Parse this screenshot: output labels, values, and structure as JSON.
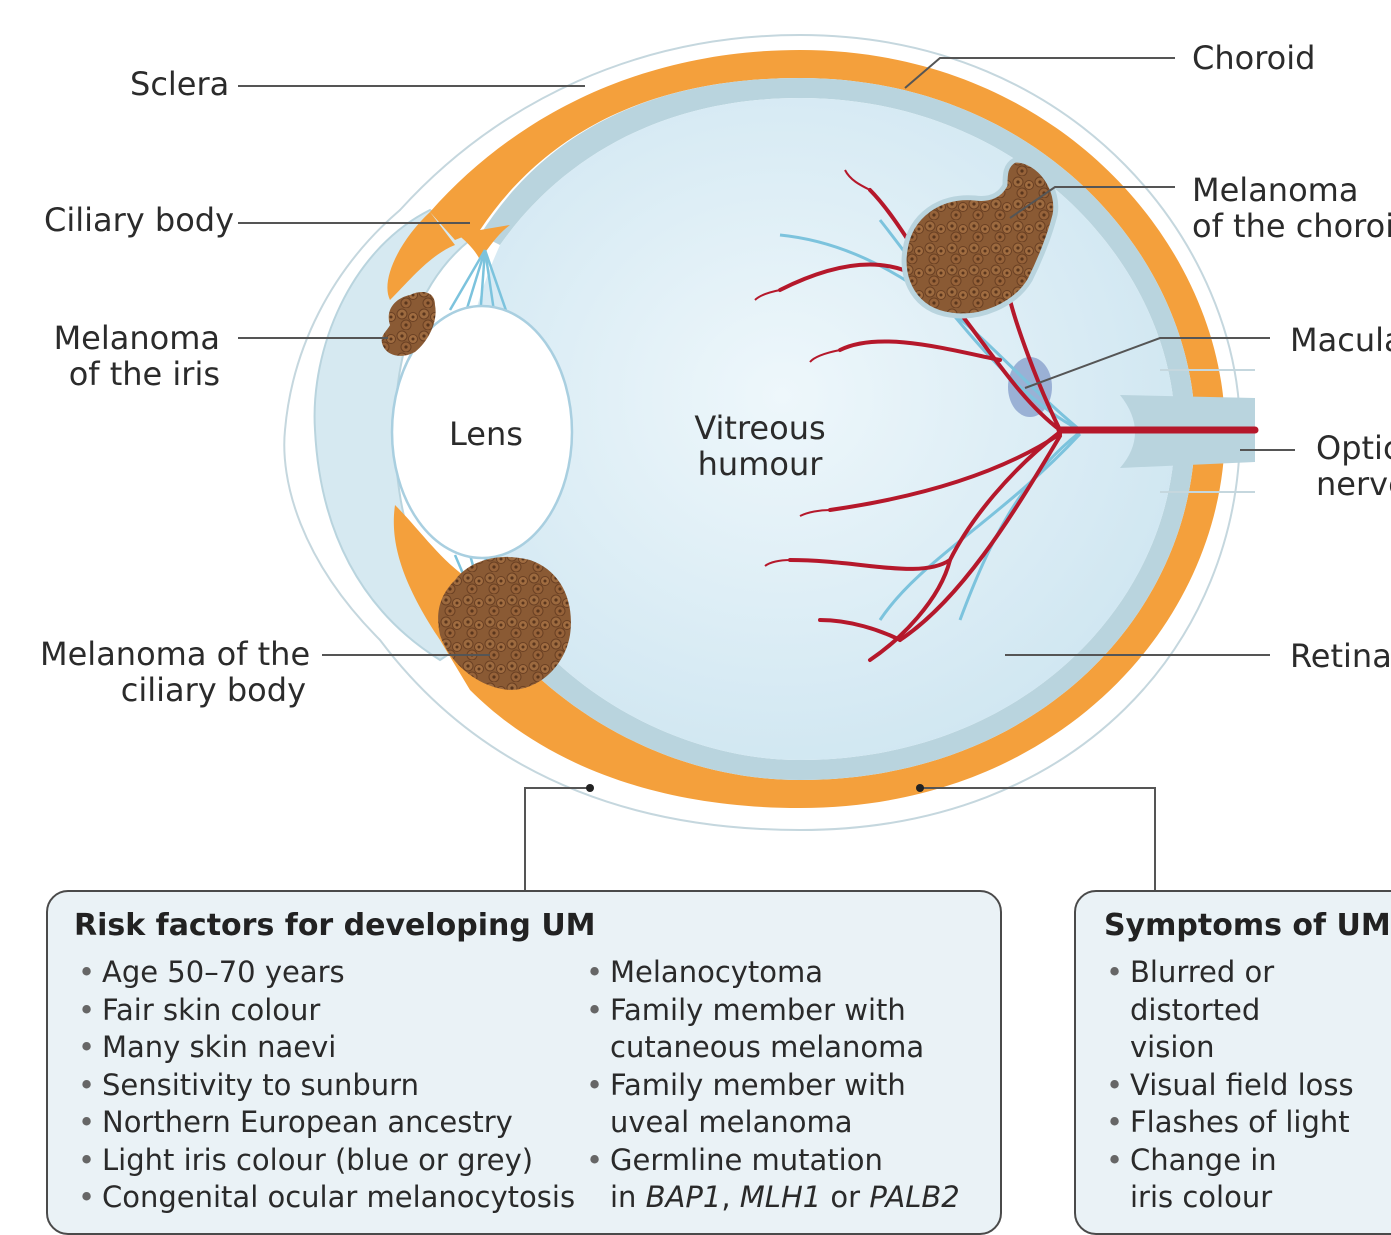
{
  "labels": {
    "sclera": "Sclera",
    "choroid": "Choroid",
    "ciliary_body": "Ciliary body",
    "melanoma_choroid": [
      "Melanoma",
      "of the choroid"
    ],
    "melanoma_iris": [
      "Melanoma",
      "of the iris"
    ],
    "macula": "Macula",
    "lens": "Lens",
    "vitreous": [
      "Vitreous",
      "humour"
    ],
    "optic_nerve": [
      "Optic",
      "nerve"
    ],
    "melanoma_ciliary": [
      "Melanoma of the",
      "ciliary body"
    ],
    "retina": "Retina"
  },
  "risk_box": {
    "title": "Risk factors for developing UM",
    "left_items": [
      "Age 50–70 years",
      "Fair skin colour",
      "Many skin naevi",
      "Sensitivity to sunburn",
      "Northern European ancestry",
      "Light iris colour (blue or grey)",
      "Congenital ocular melanocytosis"
    ],
    "right_items": [
      {
        "text": "Melanocytoma",
        "bullet": true
      },
      {
        "text": "Family member with",
        "bullet": true
      },
      {
        "text": "cutaneous melanoma",
        "bullet": false
      },
      {
        "text": "Family member with",
        "bullet": true
      },
      {
        "text": "uveal melanoma",
        "bullet": false
      },
      {
        "text": "Germline mutation",
        "bullet": true
      }
    ],
    "gene_line": {
      "prefix": "in ",
      "gene1": "BAP1",
      "sep": ", ",
      "gene2": "MLH1",
      "or": " or ",
      "gene3": "PALB2"
    }
  },
  "symptoms_box": {
    "title": "Symptoms of UM",
    "items": [
      {
        "text": "Blurred or",
        "bullet": true
      },
      {
        "text": "distorted",
        "bullet": false
      },
      {
        "text": "vision",
        "bullet": false
      },
      {
        "text": "Visual field loss",
        "bullet": true
      },
      {
        "text": "Flashes of light",
        "bullet": true
      },
      {
        "text": "Change in",
        "bullet": true
      },
      {
        "text": "iris colour",
        "bullet": false
      }
    ]
  },
  "colors": {
    "sclera_orange": "#f4a03c",
    "vitreous_fill": "#d8ecf5",
    "retina_layer": "#b9d4de",
    "vessel_red": "#b5182b",
    "vessel_blue": "#7cc3dd",
    "tumour_brown": "#8a5a34",
    "box_fill": "#eaf2f6"
  }
}
